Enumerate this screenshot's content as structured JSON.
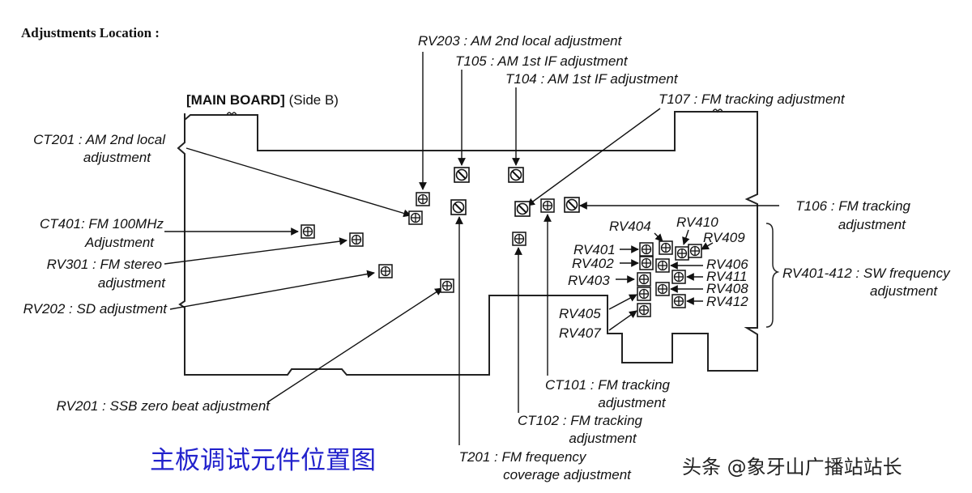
{
  "header": "Adjustments Location :",
  "board": {
    "name": "[MAIN BOARD]",
    "side": "(Side B)"
  },
  "caption": "主板调试元件位置图",
  "watermark": "头条 @象牙山广播站站长",
  "labels": {
    "rv203": "RV203 : AM 2nd local adjustment",
    "t105": "T105 : AM 1st IF adjustment",
    "t104": "T104 : AM 1st IF adjustment",
    "t107": "T107 : FM tracking adjustment",
    "ct201_1": "CT201 : AM 2nd local",
    "ct201_2": "adjustment",
    "t106_1": "T106 : FM tracking",
    "t106_2": "adjustment",
    "ct401_1": "CT401: FM 100MHz",
    "ct401_2": "Adjustment",
    "rv301_1": "RV301 : FM stereo",
    "rv301_2": "adjustment",
    "rv202": "RV202 : SD adjustment",
    "rv201": "RV201 : SSB zero beat adjustment",
    "ct101_1": "CT101 : FM tracking",
    "ct101_2": "adjustment",
    "ct102_1": "CT102 : FM tracking",
    "ct102_2": "adjustment",
    "t201_1": "T201 : FM frequency",
    "t201_2": "coverage adjustment",
    "sw_1": "RV401-412 : SW frequency",
    "sw_2": "adjustment",
    "rv404": "RV404",
    "rv410": "RV410",
    "rv409": "RV409",
    "rv401": "RV401",
    "rv402": "RV402",
    "rv403": "RV403",
    "rv405": "RV405",
    "rv407": "RV407",
    "rv406": "RV406",
    "rv411": "RV411",
    "rv408": "RV408",
    "rv412": "RV412"
  }
}
